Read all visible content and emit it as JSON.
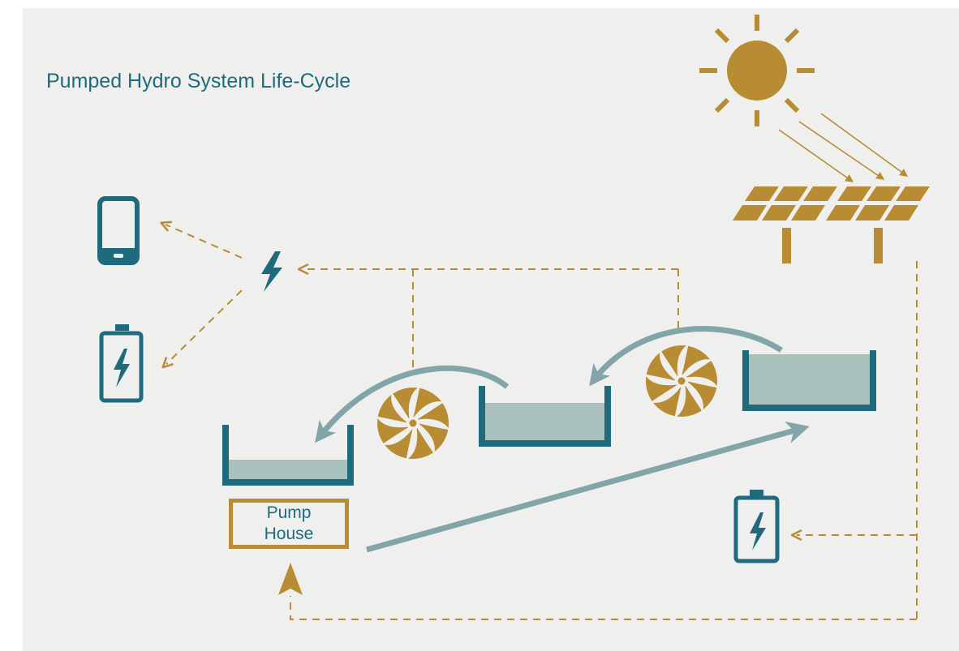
{
  "title": "Pumped Hydro System Life-Cycle",
  "pump_house": {
    "line1": "Pump",
    "line2": "House"
  },
  "colors": {
    "teal": "#1f6b7d",
    "gold": "#b78c33",
    "water": "#a9c1bc",
    "flow_arrow": "#82a5a9",
    "background": "#efefee"
  },
  "icons": [
    "sun-icon",
    "solar-panel-icon",
    "phone-icon",
    "battery-icon",
    "lightning-icon",
    "turbine-icon",
    "reservoir-icon"
  ]
}
